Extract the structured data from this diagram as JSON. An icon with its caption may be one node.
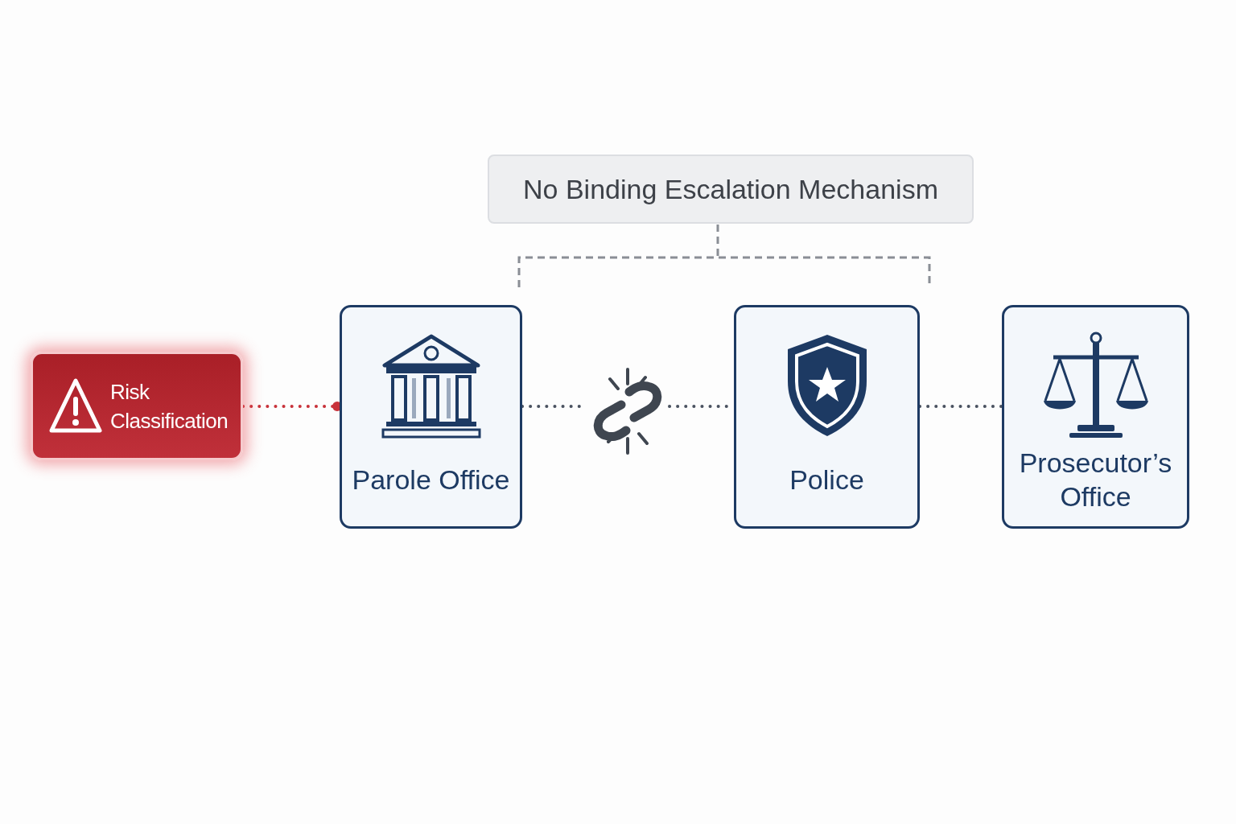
{
  "diagram": {
    "nodes": [
      {
        "text": [
          "No Binding Escalation Mechanism"
        ]
      },
      {
        "text": [
          "Risk Classification"
        ]
      },
      {
        "text": [
          "Parole Office"
        ]
      },
      {
        "text": [],
        "shape": "icon"
      },
      {
        "text": [
          "Police"
        ]
      },
      {
        "text": [
          "Prosecutor’s Office"
        ]
      }
    ],
    "edges": [
      {
        "from": 1,
        "to": 2,
        "arrow": "other",
        "style": "dashed",
        "color": "#c8323a"
      },
      {
        "from": 2,
        "to": 3,
        "arrow": "none",
        "style": "dashed"
      },
      {
        "from": 3,
        "to": 4,
        "arrow": "none",
        "style": "dashed"
      },
      {
        "from": 4,
        "to": 5,
        "arrow": "none",
        "style": "dashed"
      }
    ]
  }
}
